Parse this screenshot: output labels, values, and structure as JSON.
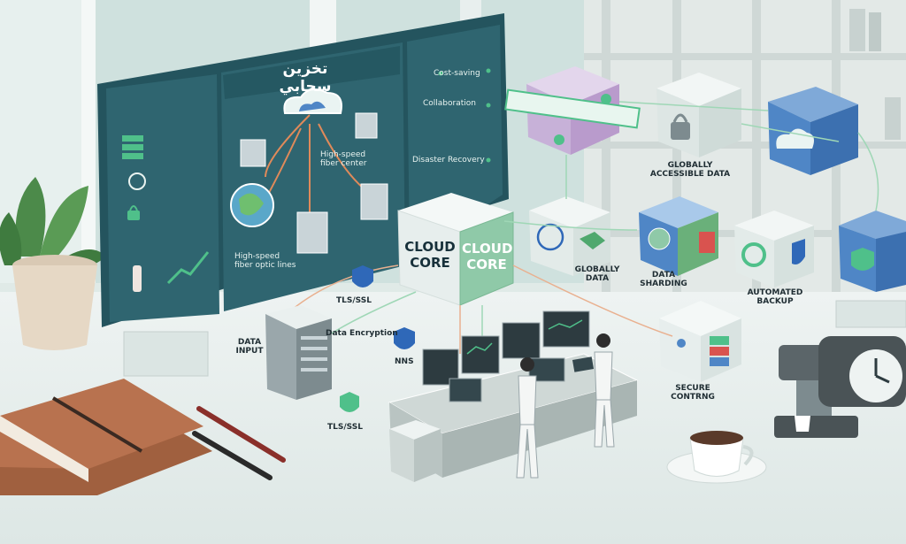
{
  "panel": {
    "title": "تخزين سحابي",
    "fiber_center": "High-speed\nfiber center",
    "fiber_lines": "High-speed\nfiber optic lines",
    "features": [
      "Cost-saving",
      "Collaboration",
      "Disaster Recovery"
    ]
  },
  "core": {
    "front_label": "CLOUD\nCORE",
    "side_label": "CLOUD\nCORE"
  },
  "labels": {
    "globally_accessible": "GLOBALLY\nACCESSIBLE DATA",
    "globally_data": "GLOBALLY\nDATA",
    "data_sharding": "DATA\nSHARDING",
    "automated_backup": "AUTOMATED\nBACKUP",
    "secure_control": "SECURE\nCONTRNG",
    "data_input": "DATA\nINPUT",
    "tls_ssl_top": "TLS/SSL",
    "data_encryption": "Data Encryption",
    "nns": "NNS",
    "tls_ssl_bottom": "TLS/SSL"
  },
  "colors": {
    "panel": "#2f6570",
    "panel_dark": "#24545e",
    "accent_green": "#4fc08a",
    "shield_blue": "#2f68b8",
    "cube_purple": "#b99bcc",
    "cube_blue": "#4f86c6",
    "cube_green": "#8fc9a8",
    "desk": "#e4ecea"
  }
}
